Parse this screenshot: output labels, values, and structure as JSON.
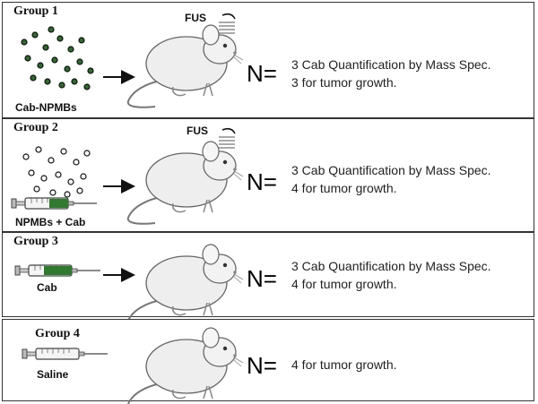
{
  "groups": [
    {
      "label": "Group 1",
      "treatment": "Cab-NPMBs",
      "fus": "FUS",
      "n_symbol": "N=",
      "lines": [
        "3 Cab Quantification by Mass Spec.",
        "3 for tumor growth."
      ]
    },
    {
      "label": "Group 2",
      "treatment": "NPMBs + Cab",
      "fus": "FUS",
      "n_symbol": "N=",
      "lines": [
        "3 Cab Quantification by Mass Spec.",
        "4 for tumor growth."
      ]
    },
    {
      "label": "Group 3",
      "treatment": "Cab",
      "n_symbol": "N=",
      "lines": [
        "3 Cab Quantification by Mass Spec.",
        "4 for tumor growth."
      ]
    },
    {
      "label": "Group 4",
      "treatment": "Saline",
      "n_symbol": "N=",
      "lines": [
        "4 for tumor growth."
      ]
    }
  ]
}
